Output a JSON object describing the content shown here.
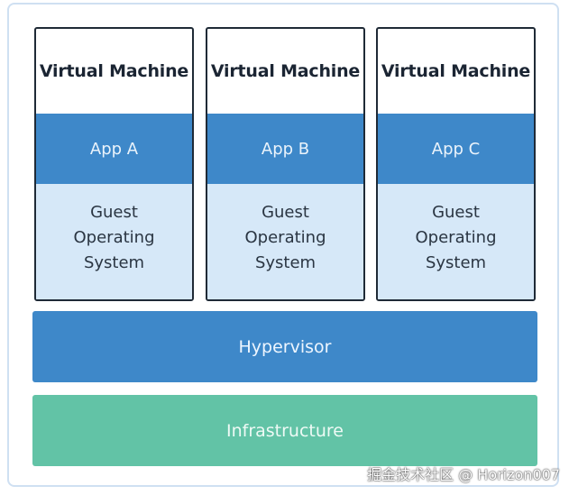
{
  "vms": [
    {
      "title": "Virtual Machine",
      "app": "App A",
      "os": "Guest\nOperating\nSystem"
    },
    {
      "title": "Virtual Machine",
      "app": "App B",
      "os": "Guest\nOperating\nSystem"
    },
    {
      "title": "Virtual Machine",
      "app": "App C",
      "os": "Guest\nOperating\nSystem"
    }
  ],
  "hypervisor": "Hypervisor",
  "infrastructure": "Infrastructure",
  "watermark": "掘金技术社区 @ Horizon007",
  "colors": {
    "app_blue": "#3e88c9",
    "os_light_blue": "#d6e8f8",
    "infra_green": "#62c3a6",
    "border_dark": "#1f2a36",
    "frame_border": "#cfe0f2"
  }
}
